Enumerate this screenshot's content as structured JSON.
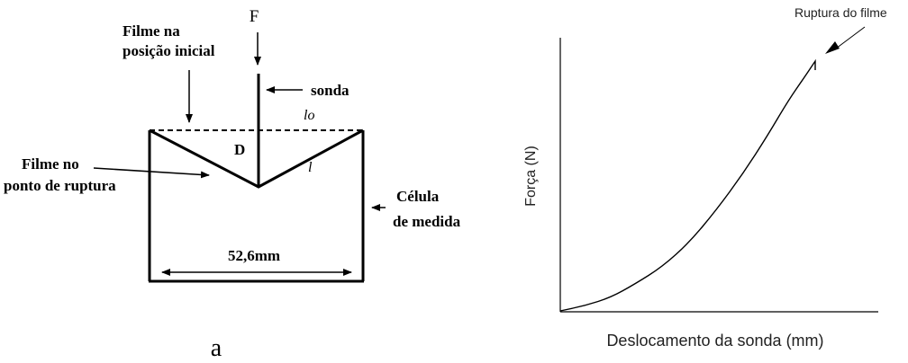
{
  "diagram": {
    "force_label": "F",
    "initial_position_label_1": "Filme na",
    "initial_position_label_2": "posição inicial",
    "probe_label": "sonda",
    "lo_label": "lo",
    "d_label": "D",
    "l_label": "l",
    "rupture_point_label_1": "Filme no",
    "rupture_point_label_2": "ponto de ruptura",
    "cell_label_1": "Célula",
    "cell_label_2": "de medida",
    "width_label": "52,6mm",
    "panel_label": "a"
  },
  "chart_data": {
    "type": "line",
    "title": "",
    "xlabel": "Deslocamento da sonda (mm)",
    "ylabel": "Força (N)",
    "annotation": "Ruptura do filme",
    "axis_ticks": false,
    "note": "qualitative curve without numeric scale"
  }
}
